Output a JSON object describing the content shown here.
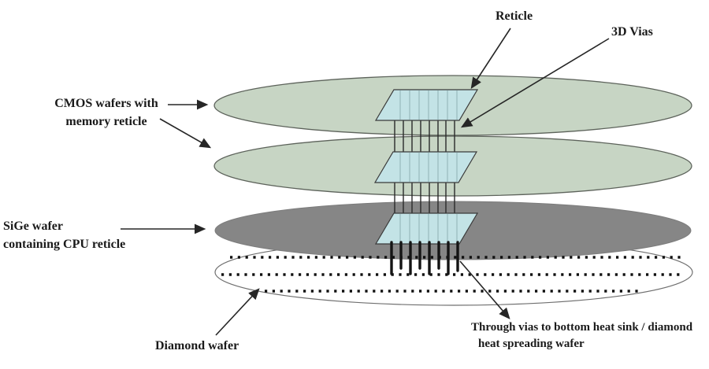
{
  "labels": {
    "reticle": "Reticle",
    "vias_3d": "3D Vias",
    "cmos_line1": "CMOS wafers with",
    "cmos_line2": "memory reticle",
    "sige_line1": "SiGe wafer",
    "sige_line2": "containing CPU reticle",
    "diamond": "Diamond wafer",
    "through_line1": "Through vias to bottom heat sink / diamond",
    "through_line2": "heat spreading wafer"
  },
  "colors": {
    "wafer_green": "#c7d5c4",
    "wafer_gray": "#868686",
    "wafer_white": "#ffffff",
    "reticle_fill": "#c3e3e6",
    "via_black": "#141414",
    "text_black": "#1a1a1a"
  }
}
